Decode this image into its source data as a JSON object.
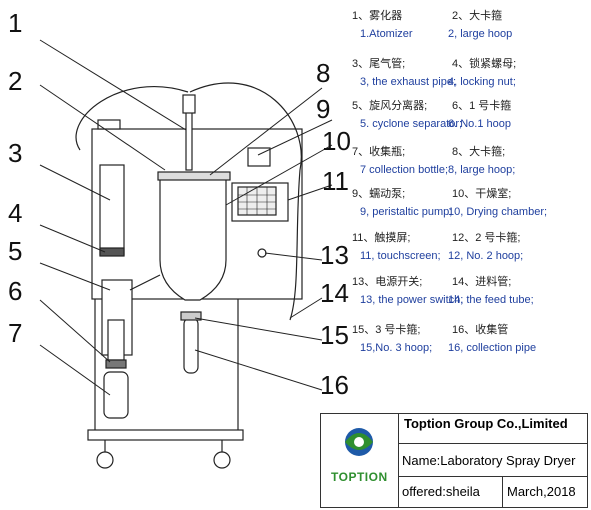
{
  "labels": [
    "1",
    "2",
    "3",
    "4",
    "5",
    "6",
    "7",
    "8",
    "9",
    "10",
    "11",
    "13",
    "14",
    "15",
    "16"
  ],
  "legend": [
    {
      "zh": "1、雾化器",
      "en": "1.Atomizer"
    },
    {
      "zh": "2、大卡箍",
      "en": "2, large hoop"
    },
    {
      "zh": "3、尾气管;",
      "en": "3, the exhaust pipe;"
    },
    {
      "zh": "4、锁紧螺母;",
      "en": "4, locking nut;"
    },
    {
      "zh": "5、旋风分离器;",
      "en": "5. cyclone separator;"
    },
    {
      "zh": "6、1 号卡箍",
      "en": "6.   No.1 hoop"
    },
    {
      "zh": "7、收集瓶;",
      "en": "7 collection bottle;"
    },
    {
      "zh": "8、大卡箍;",
      "en": "8, large hoop;"
    },
    {
      "zh": "9、蠕动泵;",
      "en": "9, peristaltic pump;"
    },
    {
      "zh": "10、干燥室;",
      "en": "10, Drying chamber;"
    },
    {
      "zh": "11、触摸屏;",
      "en": "11, touchscreen;"
    },
    {
      "zh": "12、2 号卡箍;",
      "en": "12,    No. 2 hoop;"
    },
    {
      "zh": "13、电源开关;",
      "en": "13, the power switch;"
    },
    {
      "zh": "14、进料管;",
      "en": "14, the feed tube;"
    },
    {
      "zh": "15、3 号卡箍;",
      "en": "15,No. 3 hoop;"
    },
    {
      "zh": "16、收集管",
      "en": "16, collection pipe"
    }
  ],
  "title_block": {
    "company": "Toption Group Co.,Limited",
    "name": "Name:Laboratory Spray Dryer",
    "offered": "offered:sheila",
    "date": "March,2018",
    "logo_text": "TOPTION"
  },
  "colors": {
    "line": "#222222",
    "text_en": "#1f3f9e",
    "logo_green": "#2f8f2f",
    "logo_blue": "#1e5aa8"
  }
}
